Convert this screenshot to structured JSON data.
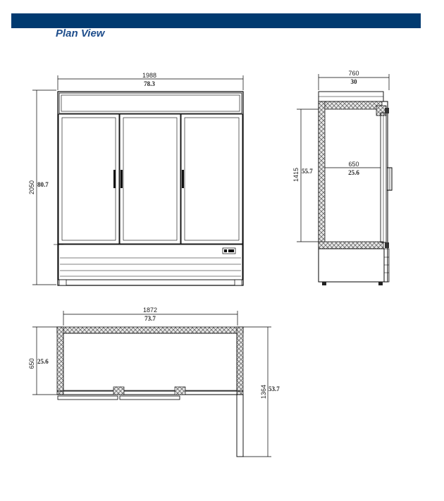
{
  "header": {
    "heading": "Plan View"
  },
  "colors": {
    "banner": "#003a70",
    "heading": "#1f4e8c"
  },
  "front_view": {
    "width_mm": "1988",
    "width_in": "78.3",
    "height_mm": "2050",
    "height_in": "80.7"
  },
  "side_view": {
    "depth_mm": "760",
    "depth_in": "30",
    "inner_depth_mm": "650",
    "inner_depth_in": "25.6",
    "inner_height_mm": "1415",
    "inner_height_in": "55.7"
  },
  "top_view": {
    "width_mm": "1872",
    "width_in": "73.7",
    "depth_mm": "650",
    "depth_in": "25.6",
    "door_swing_mm": "1364",
    "door_swing_in": "53.7"
  }
}
